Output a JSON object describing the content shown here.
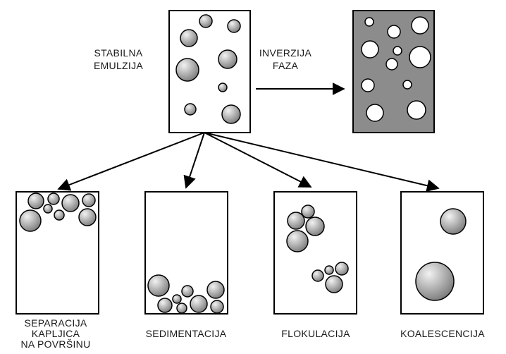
{
  "labels": {
    "stable_line1": "STABILNA",
    "stable_line2": "EMULZIJA",
    "inversion_line1": "INVERZIJA",
    "inversion_line2": "FAZA",
    "separation_line1": "SEPARACIJA",
    "separation_line2": "KAPLJICA",
    "separation_line3": "NA POVRŠINU",
    "sedimentation": "SEDIMENTACIJA",
    "flocculation": "FLOKULACIJA",
    "coalescence": "KOALESCENCIJA"
  },
  "colors": {
    "stroke": "#000000",
    "background": "#ffffff",
    "inverted_fill": "#8c8c8c",
    "droplet_light": "#f2f2f2",
    "droplet_dark": "#7a7a7a"
  }
}
